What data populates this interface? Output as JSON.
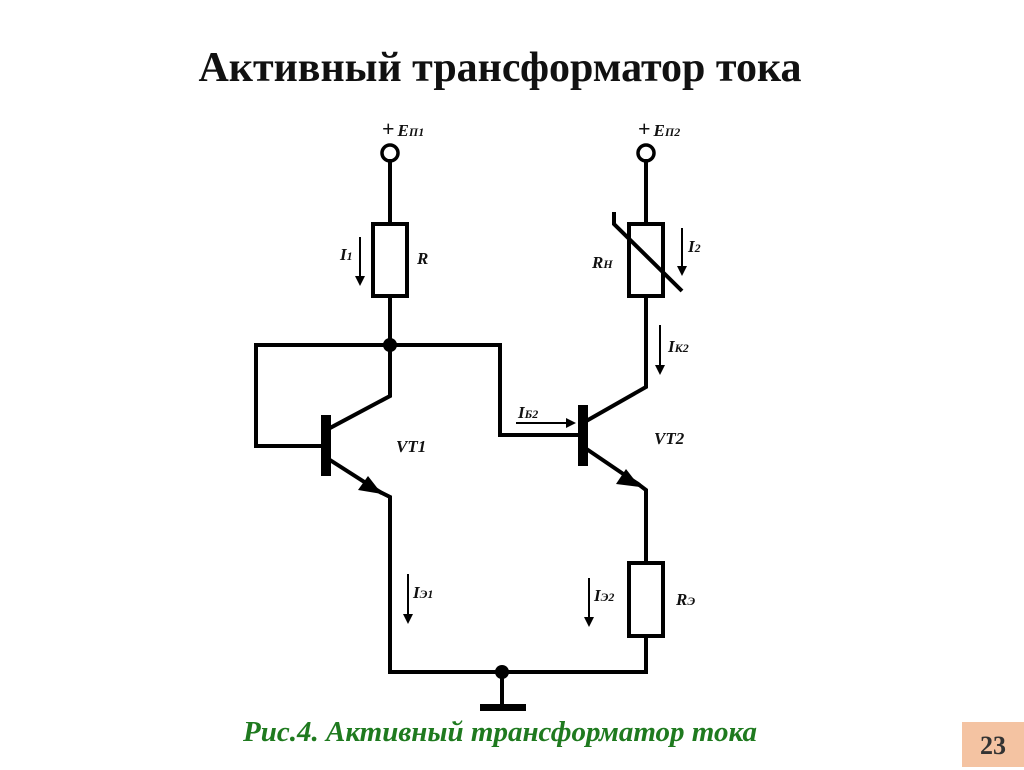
{
  "title": "Активный трансформатор тока",
  "caption": "Рис.4. Активный трансформатор тока",
  "page_number": "23",
  "diagram": {
    "supply1": {
      "prefix": "+",
      "main": "E",
      "sub": "П1"
    },
    "supply2": {
      "prefix": "+",
      "main": "E",
      "sub": "П2"
    },
    "resistor_r": "R",
    "resistor_load": {
      "main": "R",
      "sub": "Н"
    },
    "resistor_emitter": {
      "main": "R",
      "sub": "Э"
    },
    "transistor1": "VT1",
    "transistor2": "VT2",
    "current_i1": {
      "main": "I",
      "sub": "1"
    },
    "current_i2": {
      "main": "I",
      "sub": "2"
    },
    "current_ik2": {
      "main": "I",
      "sub": "К2"
    },
    "current_ib2": {
      "main": "I",
      "sub": "Б2"
    },
    "current_ie1": {
      "main": "I",
      "sub": "Э1"
    },
    "current_ie2": {
      "main": "I",
      "sub": "Э2"
    }
  },
  "colors": {
    "caption": "#1f7a1f",
    "page_badge": "#f4c3a2"
  }
}
